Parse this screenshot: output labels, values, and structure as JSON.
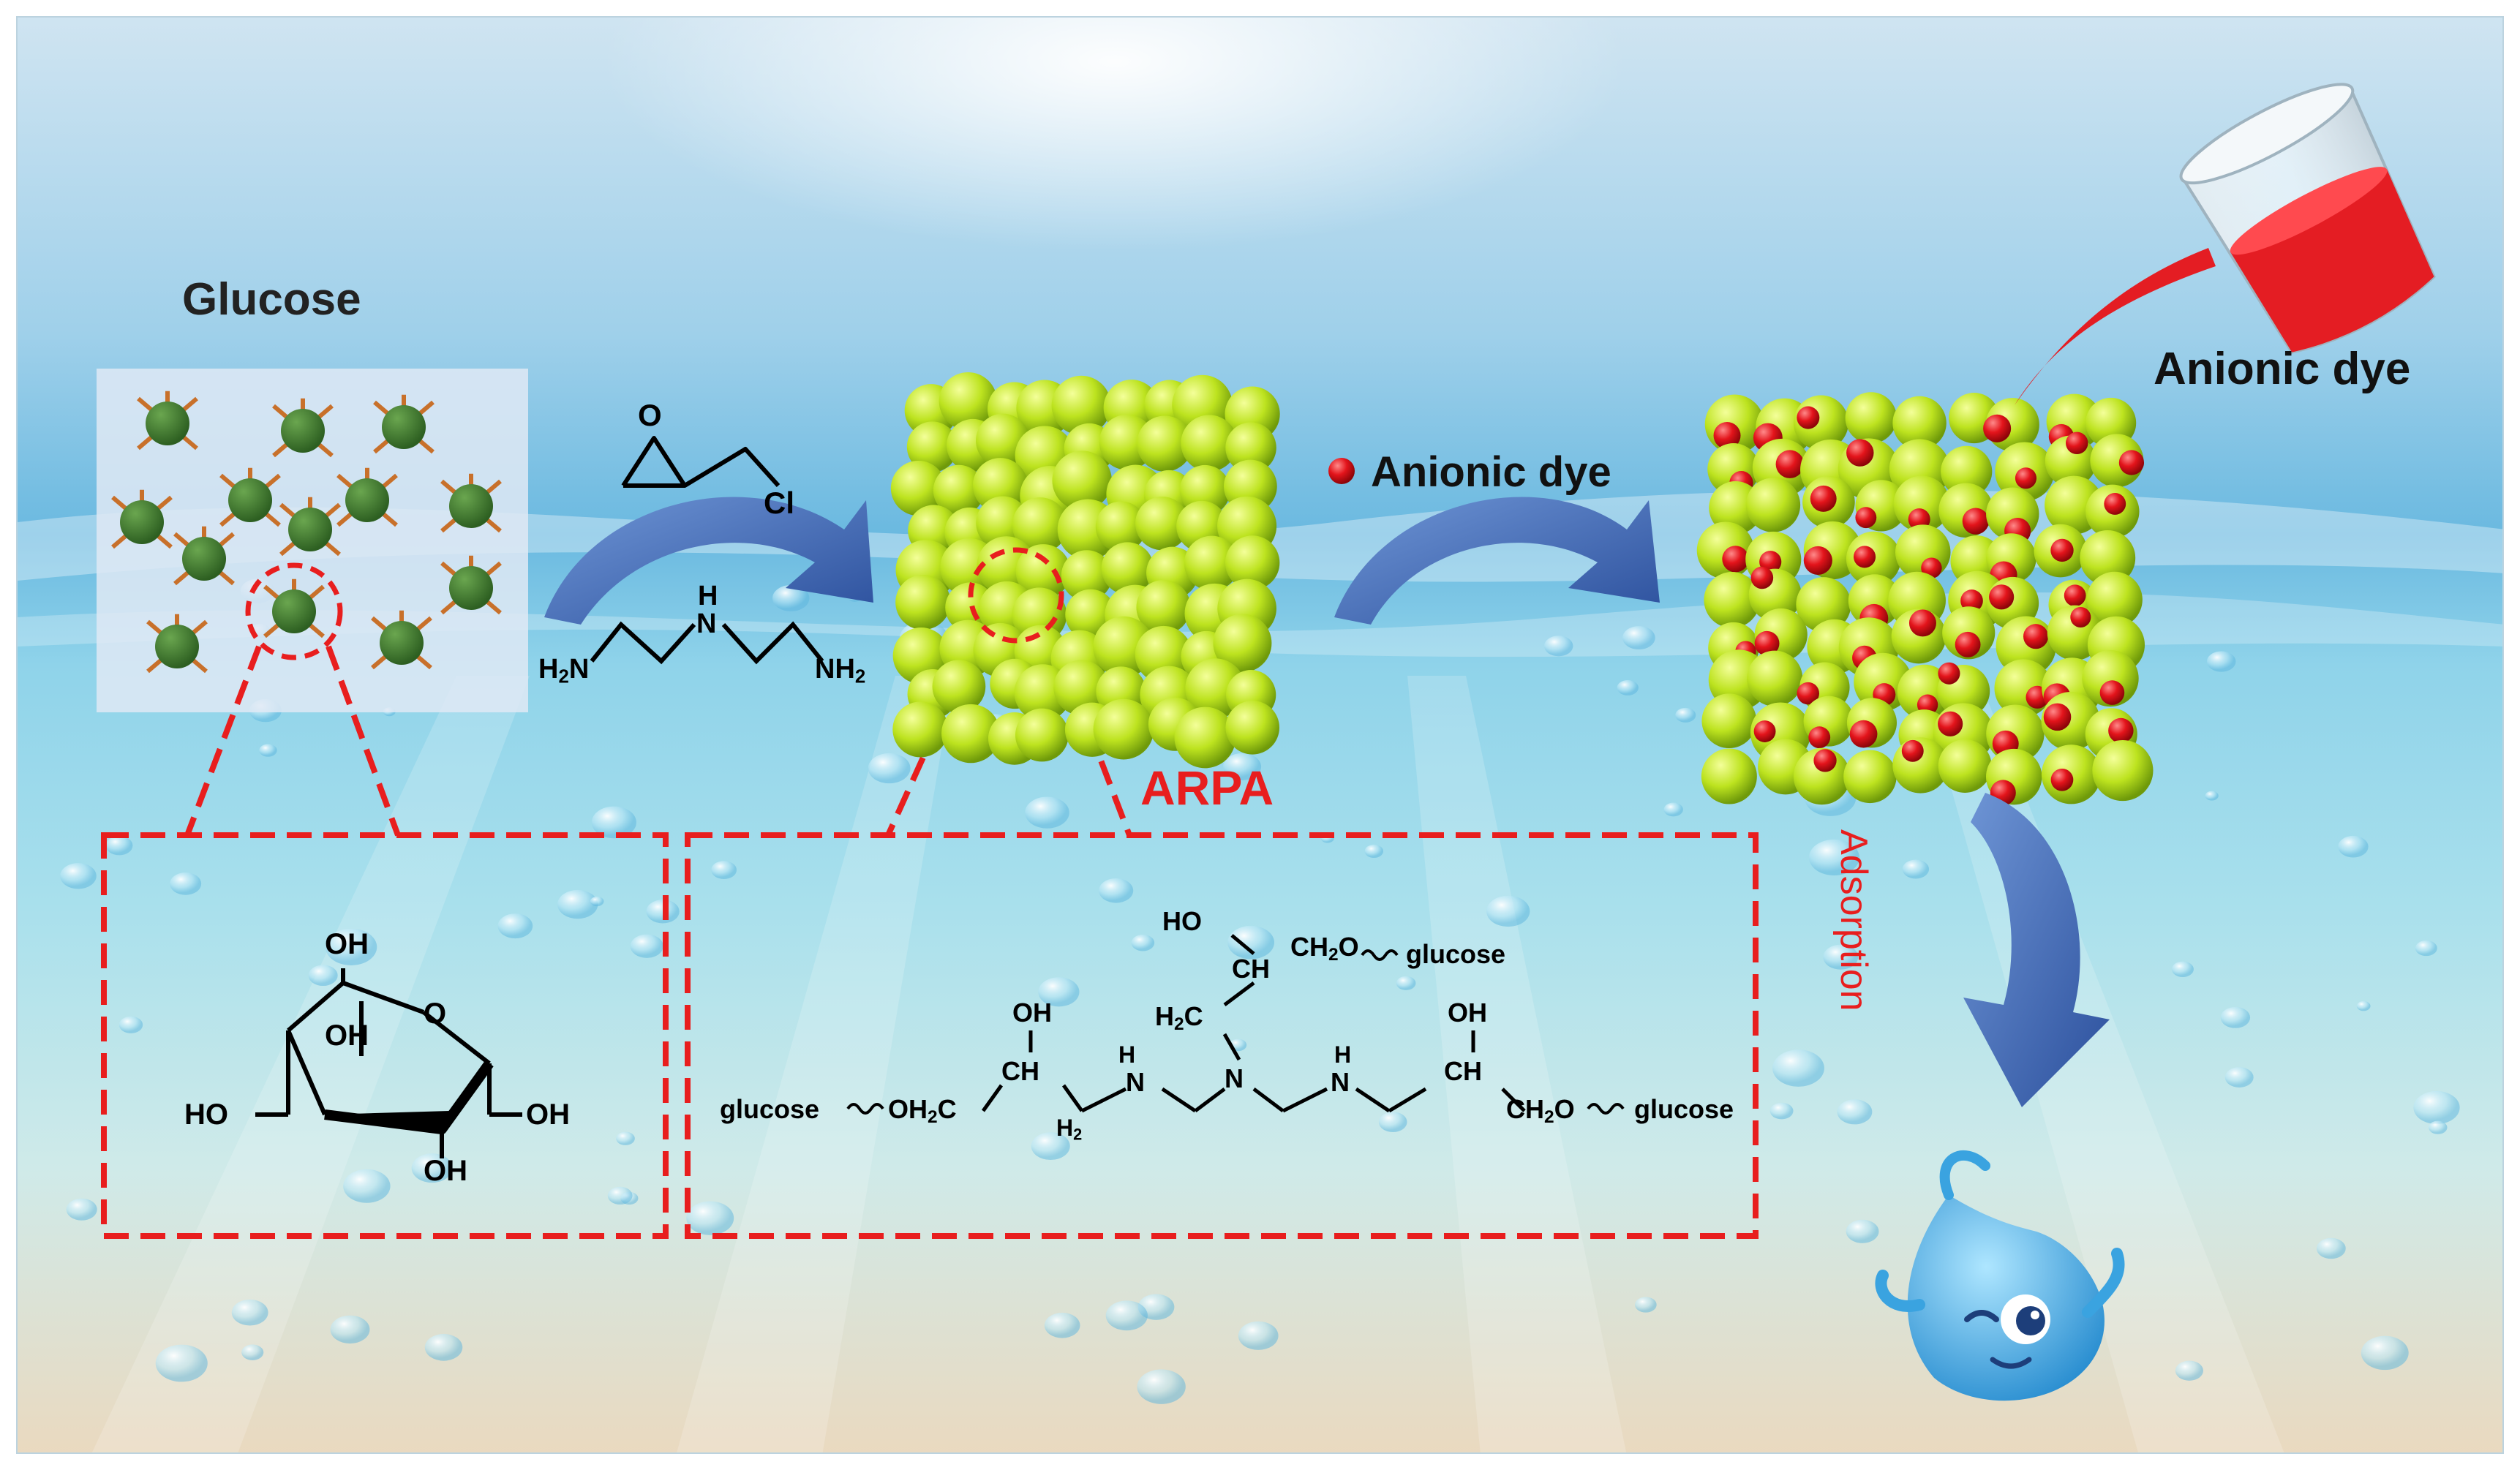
{
  "labels": {
    "glucose_title": "Glucose",
    "anionic_dye_legend": "Anionic dye",
    "anionic_dye_beaker": "Anionic dye",
    "arpa": "ARPA",
    "adsorption": "Adsorption"
  },
  "reagents": {
    "epichlorohydrin_cl": "Cl",
    "deta_h": "H",
    "deta_n": "N",
    "deta_left": "H2N",
    "deta_right": "NH2"
  },
  "glucose_structure": {
    "oh_top": "OH",
    "oh_inner": "OH",
    "o_ring": "O",
    "ho_left": "HO",
    "oh_right": "OH",
    "oh_bottom": "OH"
  },
  "arpa_structure": {
    "glucose_left": "glucose",
    "oh2c_left": "OH2C",
    "oh_left": "OH",
    "ch_left": "CH",
    "h2_left": "H2",
    "n_left": "N",
    "n_center": "N",
    "h2c_branch": "H2C",
    "ch_branch": "CH",
    "ho_branch": "HO",
    "ch2o_branch": "CH2O",
    "glucose_top": "glucose",
    "n_right": "N",
    "h_left": "H",
    "h_right": "H",
    "oh_right": "OH",
    "ch_right": "CH",
    "ch2o_right": "CH2O",
    "glucose_right": "glucose"
  },
  "colors": {
    "dye_red": "#e0141b",
    "polymer_green": "#b8e01f",
    "arrow_blue": "#3e6ab8",
    "glucose_dot": "#3f7a2f",
    "dashed_red": "#e81e1e"
  }
}
